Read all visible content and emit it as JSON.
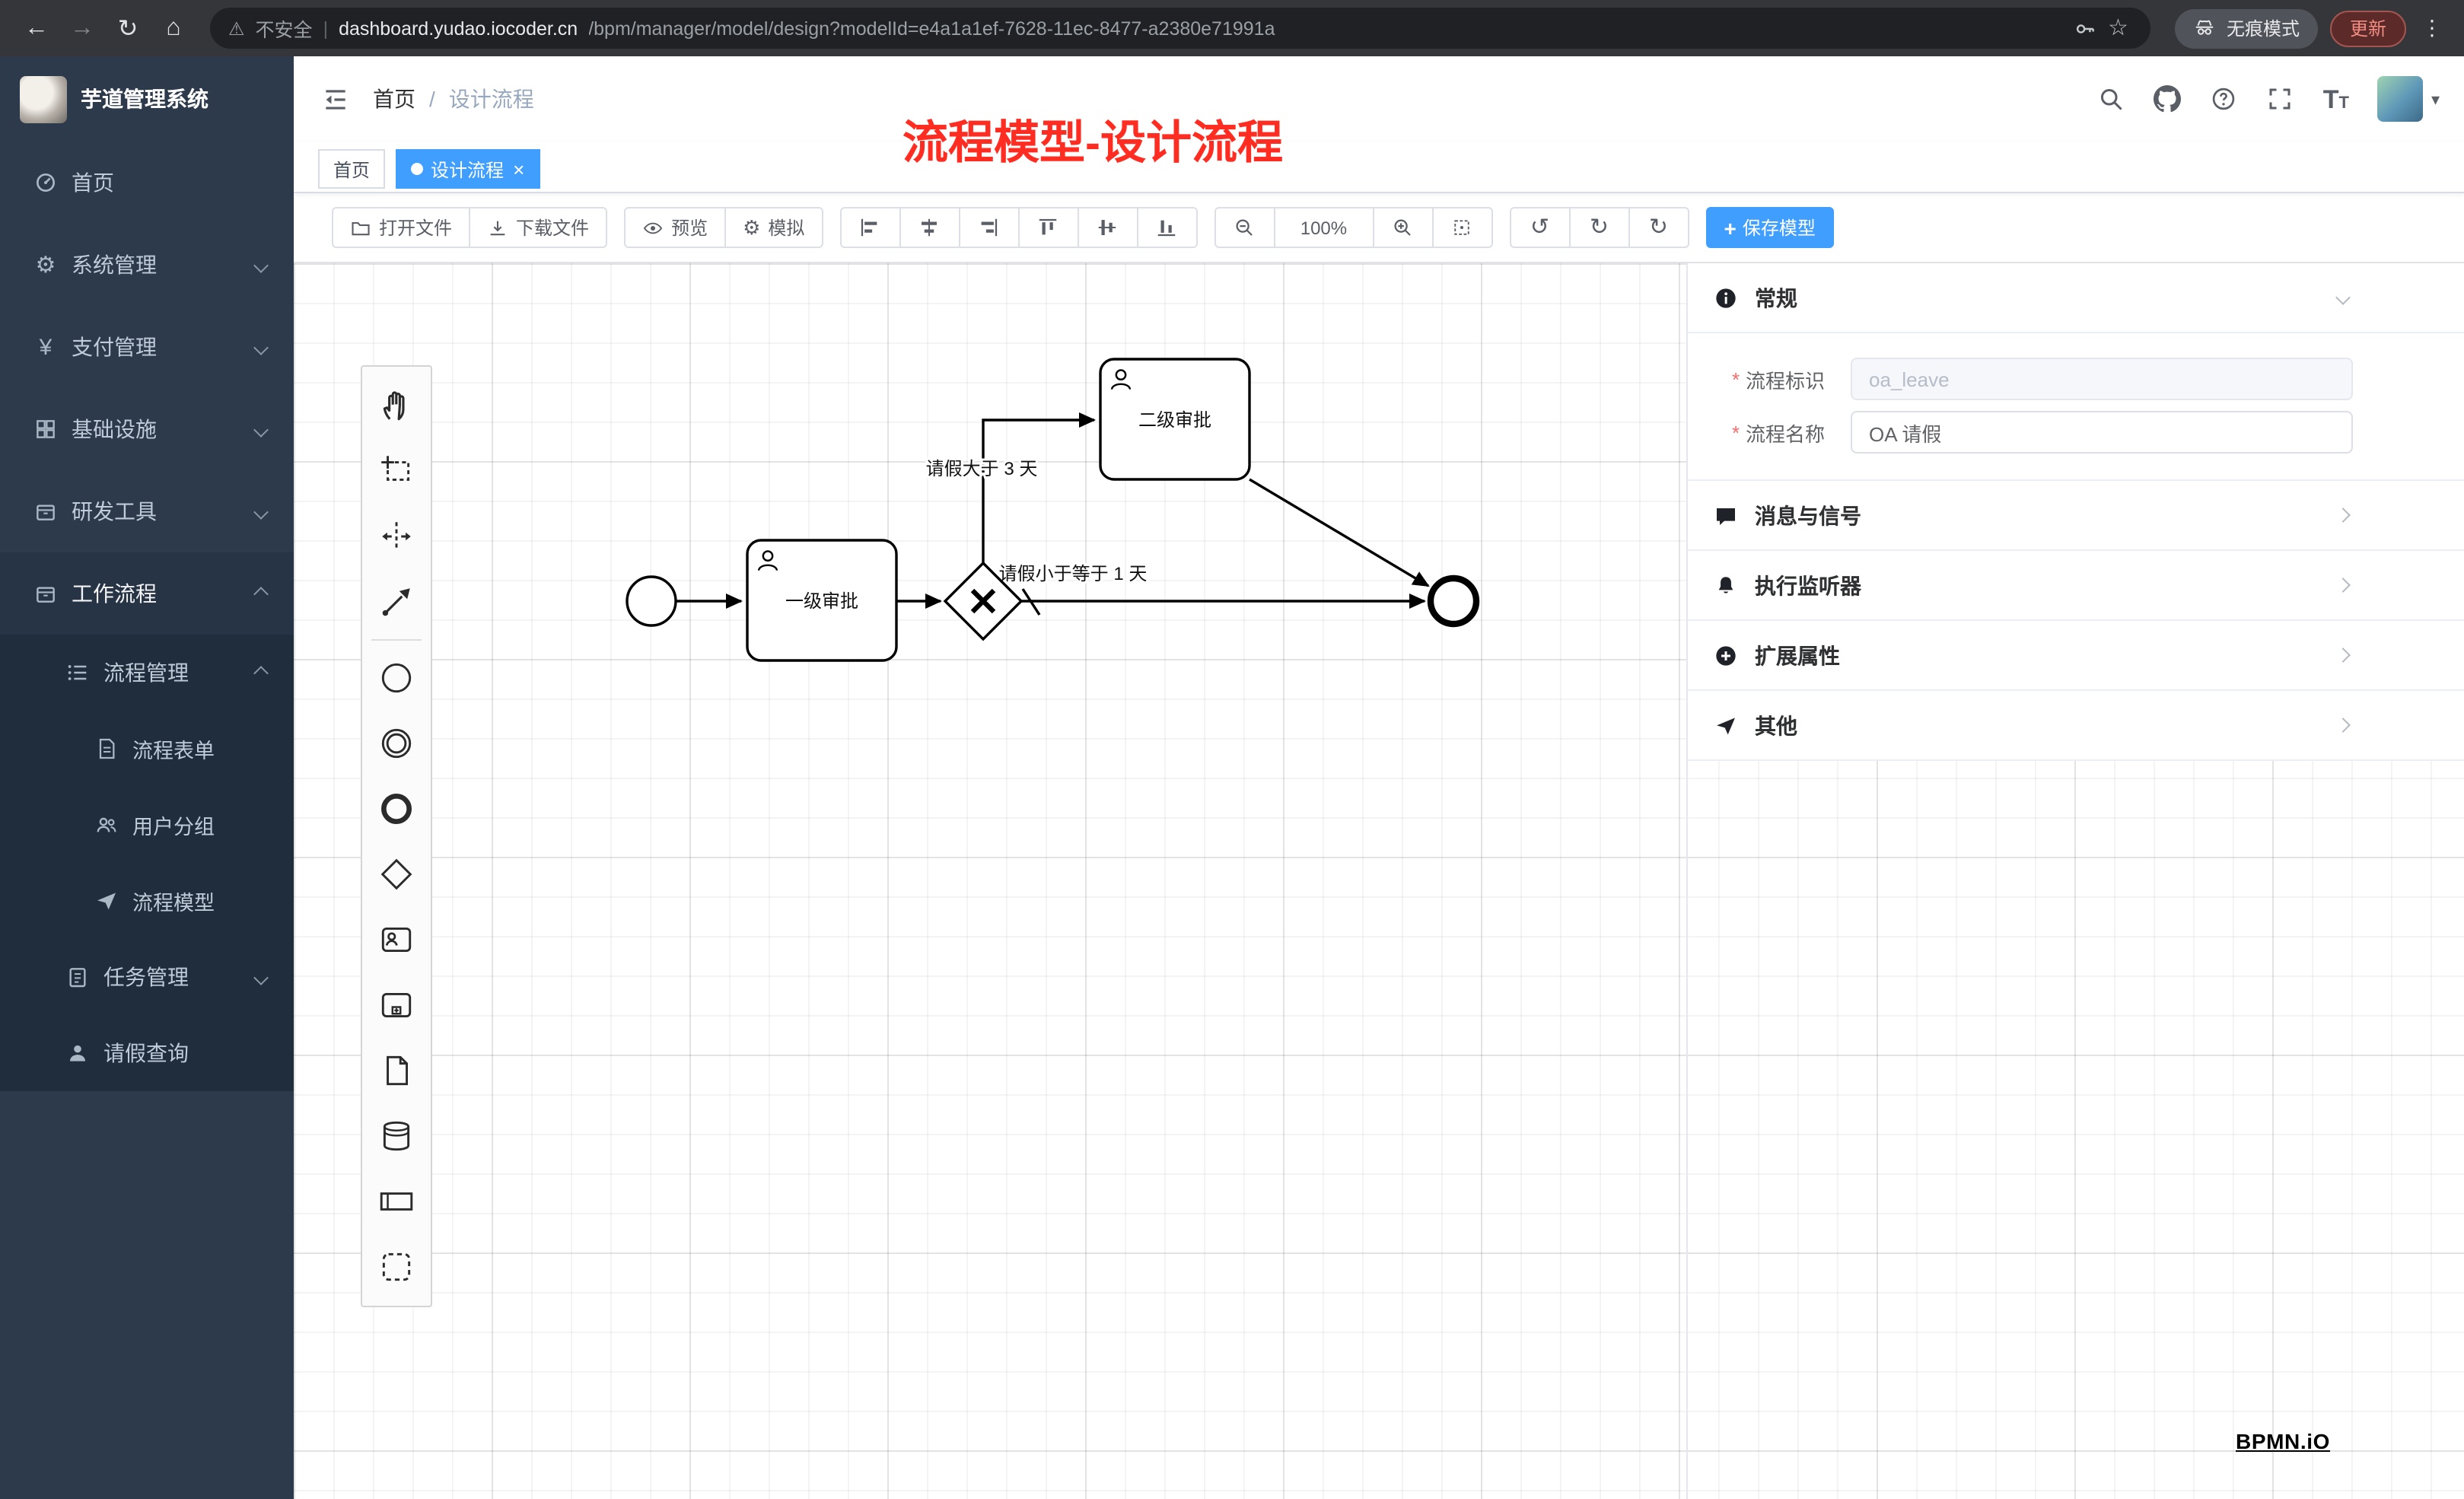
{
  "browser": {
    "back_icon": "←",
    "forward_icon": "→",
    "reload_icon": "↻",
    "home_icon": "⌂",
    "warning_icon": "⚠",
    "security_text": "不安全",
    "divider": "|",
    "url_host": "dashboard.yudao.iocoder.cn",
    "url_path": "/bpm/manager/model/design?modelId=e4a1a1ef-7628-11ec-8477-a2380e71991a",
    "star_icon": "☆",
    "incognito_label": "无痕模式",
    "update_label": "更新",
    "menu_icon": "⋮"
  },
  "sidebar": {
    "logo_title": "芋道管理系统",
    "gear_icon": "⚙",
    "yen_icon": "¥",
    "items": [
      {
        "label": "首页"
      },
      {
        "label": "系统管理"
      },
      {
        "label": "支付管理"
      },
      {
        "label": "基础设施"
      },
      {
        "label": "研发工具"
      },
      {
        "label": "工作流程"
      },
      {
        "label": "流程管理"
      },
      {
        "label": "流程表单"
      },
      {
        "label": "用户分组"
      },
      {
        "label": "流程模型"
      },
      {
        "label": "任务管理"
      },
      {
        "label": "请假查询"
      }
    ]
  },
  "header": {
    "breadcrumb": {
      "home": "首页",
      "separator": "/",
      "current": "设计流程"
    },
    "font_icon_large": "T",
    "font_icon_small": "T",
    "caret_icon": "▾",
    "annotation": "流程模型-设计流程"
  },
  "tabs": {
    "home_label": "首页",
    "active_label": "设计流程",
    "close_icon": "×"
  },
  "toolbar": {
    "open_file": "打开文件",
    "download_file": "下载文件",
    "preview": "预览",
    "simulate": "模拟",
    "simulate_icon": "⚙",
    "zoom_level": "100%",
    "undo_icon": "↺",
    "redo_icon": "↻",
    "refresh_icon": "↻",
    "plus_icon": "+",
    "save_model": "保存模型"
  },
  "diagram": {
    "task1_label": "一级审批",
    "task2_label": "二级审批",
    "flow_gt3_label": "请假大于 3 天",
    "flow_le1_label": "请假小于等于 1 天"
  },
  "panel": {
    "general_title": "常规",
    "fields": [
      {
        "label": "流程标识",
        "required": "*",
        "value": "oa_leave"
      },
      {
        "label": "流程名称",
        "required": "*",
        "value": "OA 请假"
      }
    ],
    "sections": [
      {
        "title": "消息与信号"
      },
      {
        "title": "执行监听器"
      },
      {
        "title": "扩展属性"
      },
      {
        "title": "其他"
      }
    ]
  },
  "watermark": "BPMN.iO",
  "colors": {
    "accent": "#409eff",
    "annotation_red": "#ff2d21",
    "sidebar_bg": "#2d3a4b",
    "submenu_bg": "#1f2d3d",
    "required_red": "#f56c6c"
  }
}
